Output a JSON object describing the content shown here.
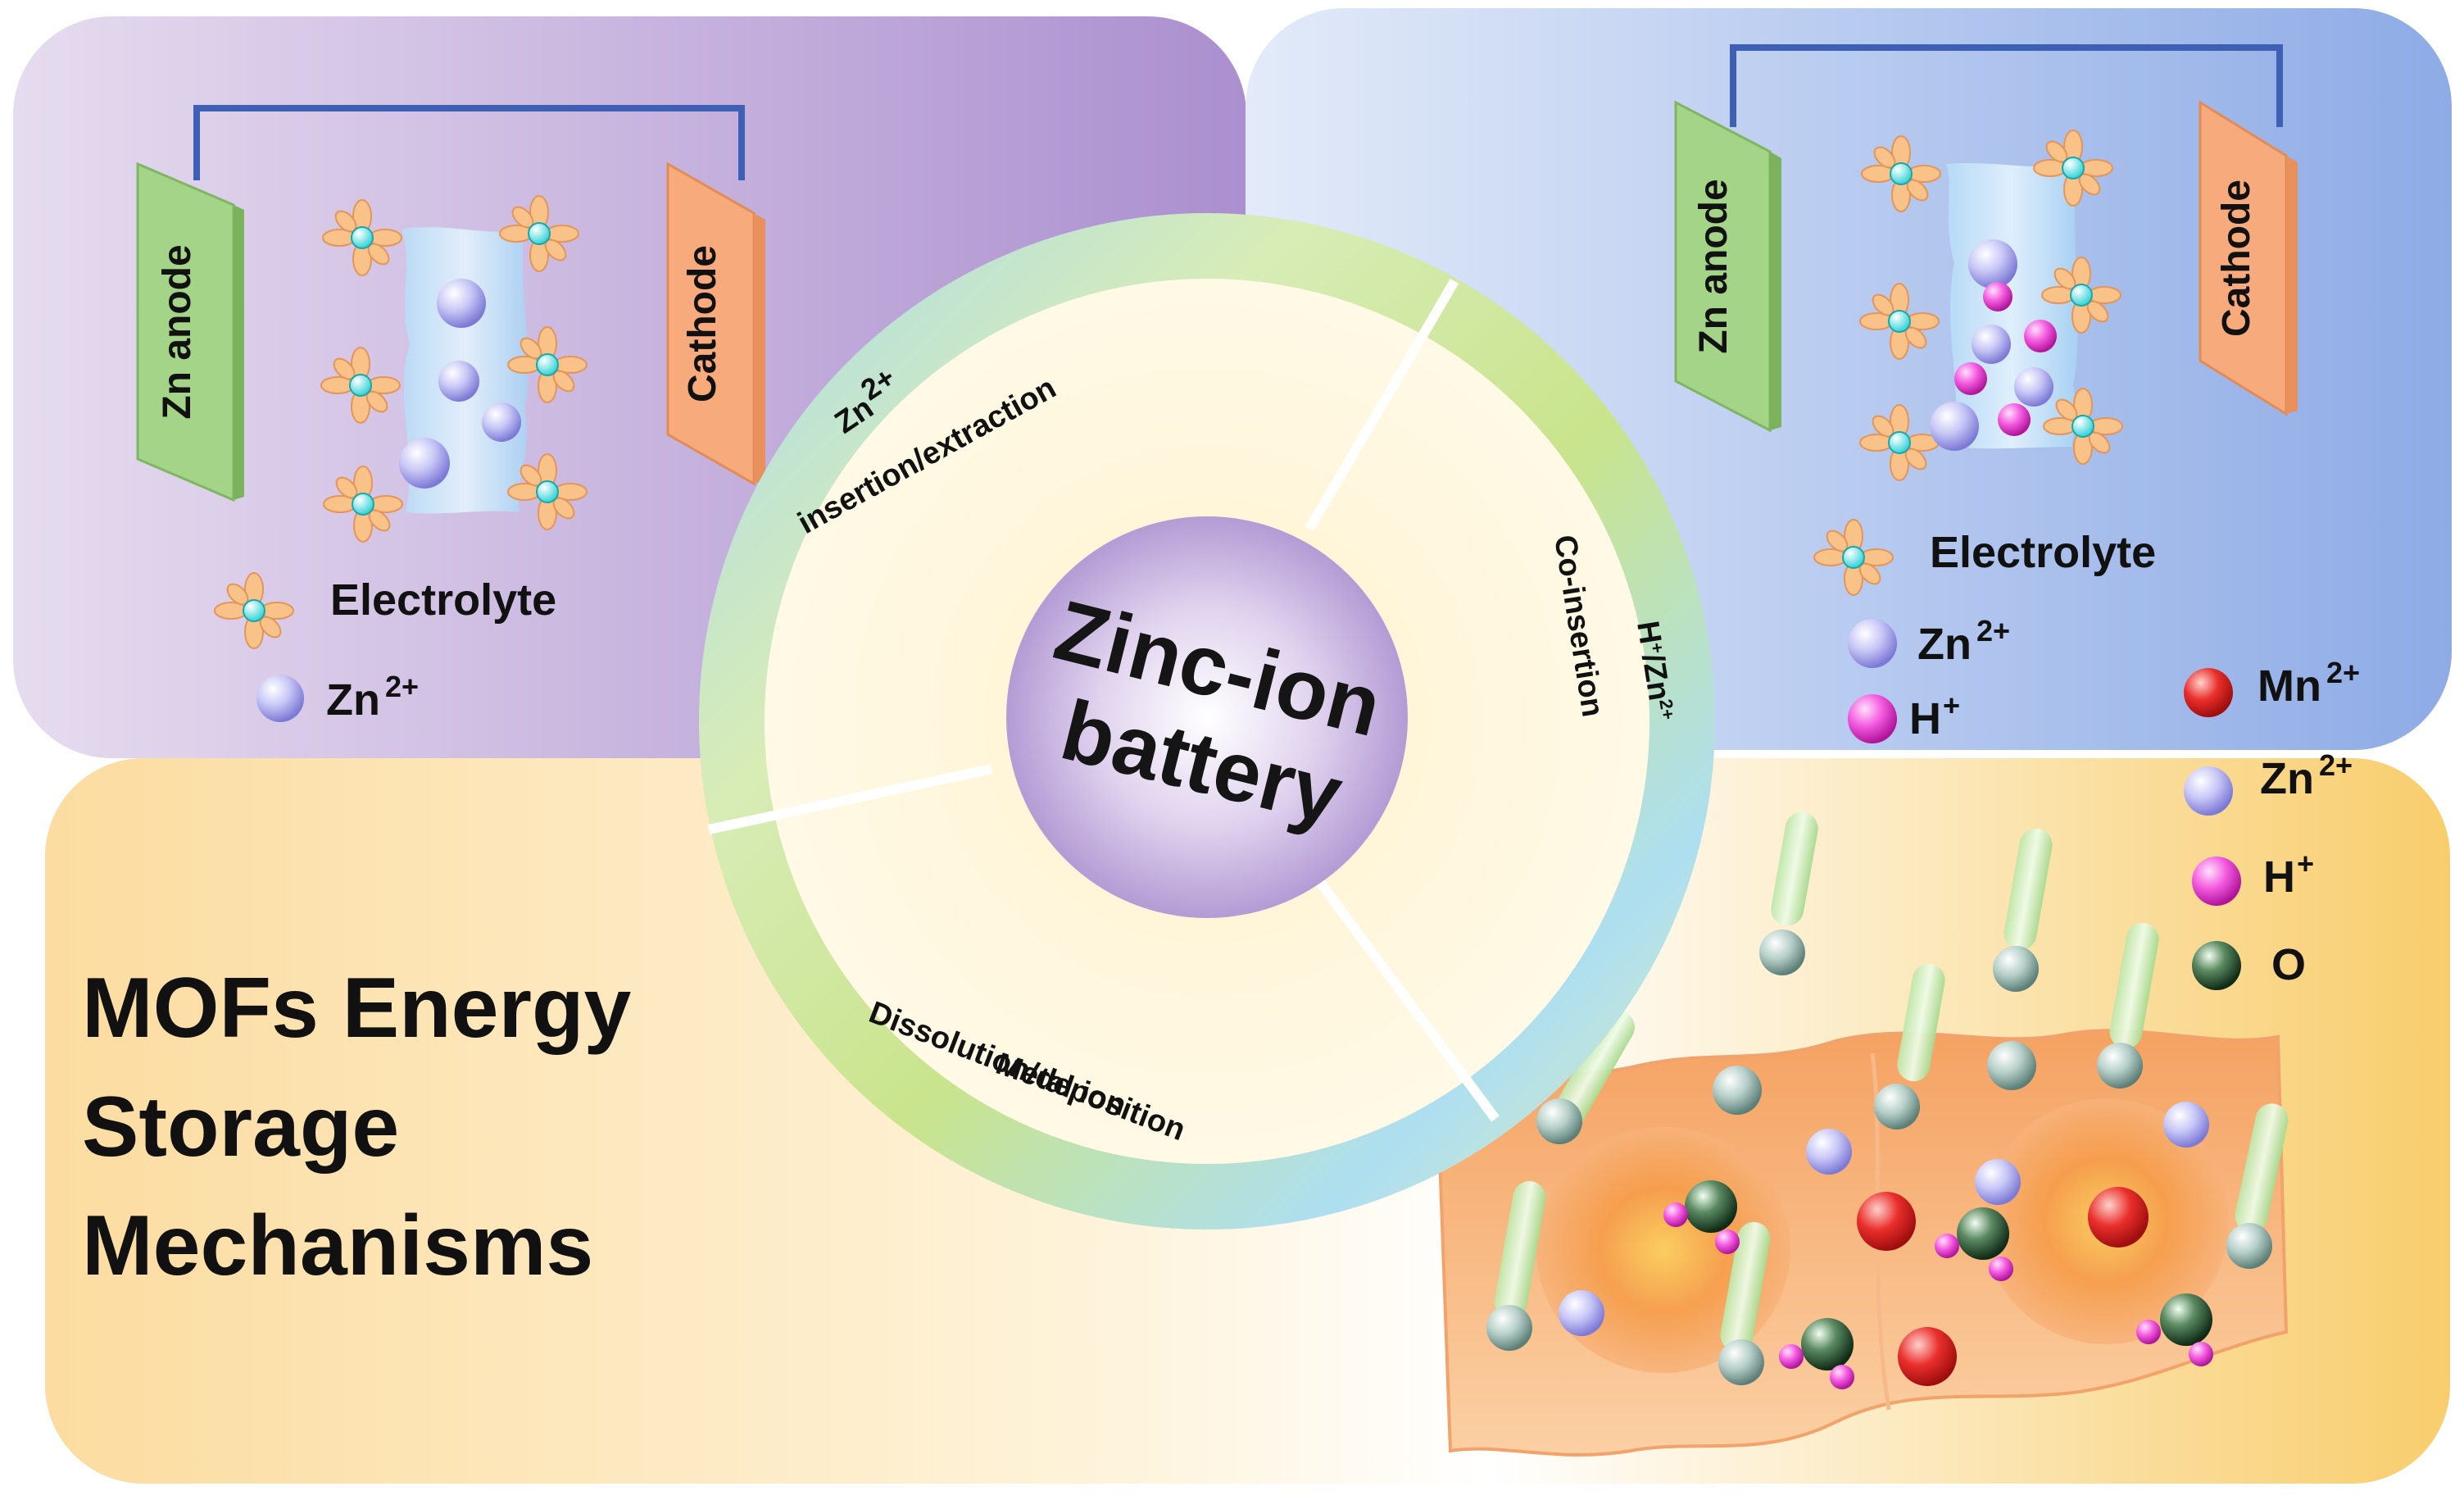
{
  "hub": {
    "line1": "Zinc-ion",
    "line2": "battery"
  },
  "title": {
    "line1": "MOFs Energy",
    "line2": "Storage",
    "line3": "Mechanisms"
  },
  "ring_labels": {
    "insertion_ion": "Zn",
    "insertion_charge": "2+",
    "insertion_text": "insertion/extraction",
    "coins_text": "Co-insertion",
    "coins_h": "H",
    "coins_h_charge": "+",
    "coins_zn": "/Zn",
    "coins_zn_charge": "2+",
    "dissolution_line1": "Metal ion",
    "dissolution_line2": "Dissolution/deposition"
  },
  "panel_left": {
    "anode": "Zn anode",
    "cathode": "Cathode",
    "electrolyte": "Electrolyte",
    "zn": "Zn",
    "zn_charge": "2+"
  },
  "panel_right": {
    "anode": "Zn anode",
    "cathode": "Cathode",
    "electrolyte": "Electrolyte",
    "zn": "Zn",
    "zn_charge": "2+",
    "h": "H",
    "h_charge": "+",
    "mn": "Mn",
    "mn_charge": "2+"
  },
  "panel_bottom": {
    "zn": "Zn",
    "zn_charge": "2+",
    "h": "H",
    "h_charge": "+",
    "o": "O"
  },
  "colors": {
    "left_panel": "#b9a3d6",
    "right_panel": "#9fb8ea",
    "bottom_panel": "#fbe3b2",
    "anode": "#9ccf7a",
    "cathode": "#f6a878",
    "zn_ion": "#b8b6f2",
    "h_ion": "#f25ad8",
    "mn_ion": "#e8272a",
    "o_atom": "#1f4a2c",
    "wire": "#3d5fb4"
  }
}
